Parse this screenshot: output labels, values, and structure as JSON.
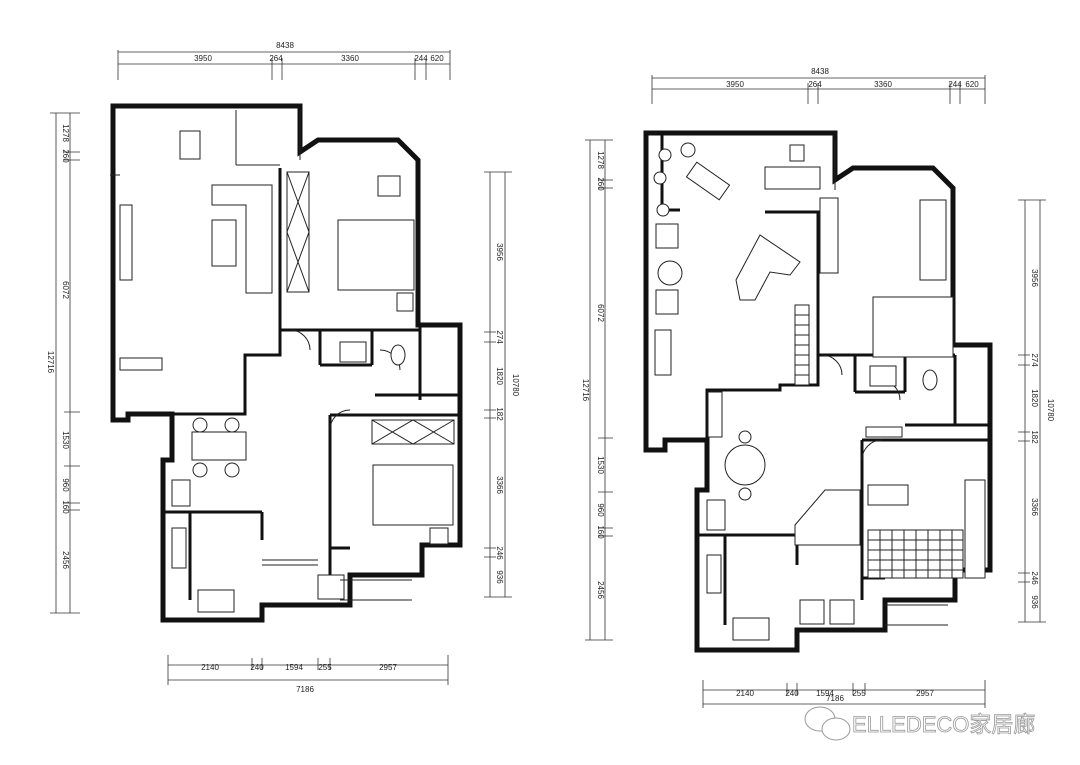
{
  "left_plan": {
    "top_total": "8438",
    "top_dims": [
      "3950",
      "264",
      "3360",
      "244",
      "620"
    ],
    "left_total": "12716",
    "left_dims": [
      "1278",
      "260",
      "6072",
      "1530",
      "960",
      "160",
      "2456"
    ],
    "right_total": "10780",
    "right_dims": [
      "3956",
      "274",
      "1820",
      "182",
      "3366",
      "246",
      "936"
    ],
    "bottom_dims": [
      "2140",
      "240",
      "1594",
      "255",
      "2957"
    ],
    "bottom_total": "7186"
  },
  "right_plan": {
    "top_total": "8438",
    "top_dims": [
      "3950",
      "264",
      "3360",
      "244",
      "620"
    ],
    "left_total": "12716",
    "left_dims": [
      "1278",
      "260",
      "6072",
      "1530",
      "960",
      "160",
      "2456"
    ],
    "right_total": "10780",
    "right_dims": [
      "3956",
      "274",
      "1820",
      "182",
      "3366",
      "246",
      "936"
    ],
    "bottom_dims": [
      "2140",
      "240",
      "1594",
      "255",
      "2957"
    ],
    "bottom_total": "7186"
  },
  "watermark": "ELLEDECO家居廊",
  "icons": {
    "watermark": "wechat-bubble-icon"
  }
}
